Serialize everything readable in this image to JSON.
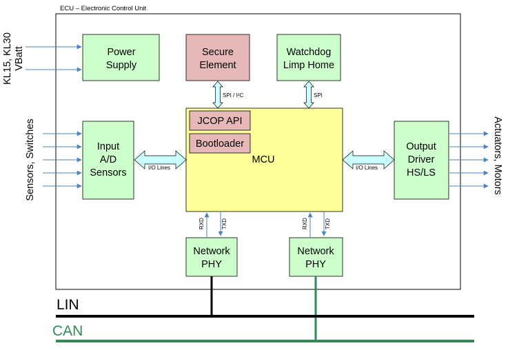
{
  "diagram": {
    "title": "ECU – Electronic Control Unit",
    "blocks": {
      "power_supply": [
        "Power",
        "Supply"
      ],
      "secure_element": [
        "Secure",
        "Element"
      ],
      "watchdog": [
        "Watchdog",
        "Limp Home"
      ],
      "input": [
        "Input",
        "A/D",
        "Sensors"
      ],
      "mcu": "MCU",
      "jcop_api": "JCOP API",
      "bootloader": "Bootloader",
      "output": [
        "Output",
        "Driver",
        "HS/LS"
      ],
      "network_phy_1": [
        "Network",
        "PHY"
      ],
      "network_phy_2": [
        "Network",
        "PHY"
      ]
    },
    "links": {
      "spi_i2c": "SPI / I²C",
      "spi": "SPI",
      "io_left": "I/O Lines",
      "io_right": "I/O Lines",
      "rxd": "RXD",
      "txd": "TXD"
    },
    "external": {
      "power_inputs": [
        "KL15, KL30",
        "VBatt"
      ],
      "sensors": "Sensors, Switches",
      "actuators": "Actuators, Motors"
    },
    "buses": {
      "lin": "LIN",
      "can": "CAN"
    },
    "colors": {
      "green_block": "#ccffcc",
      "pink_block": "#e6b9b8",
      "mcu_yellow": "#ffff99",
      "arrow_fill": "#ccffff",
      "line_blue": "#4f81bd",
      "lin_black": "#000000",
      "can_green": "#2e8b57"
    }
  }
}
